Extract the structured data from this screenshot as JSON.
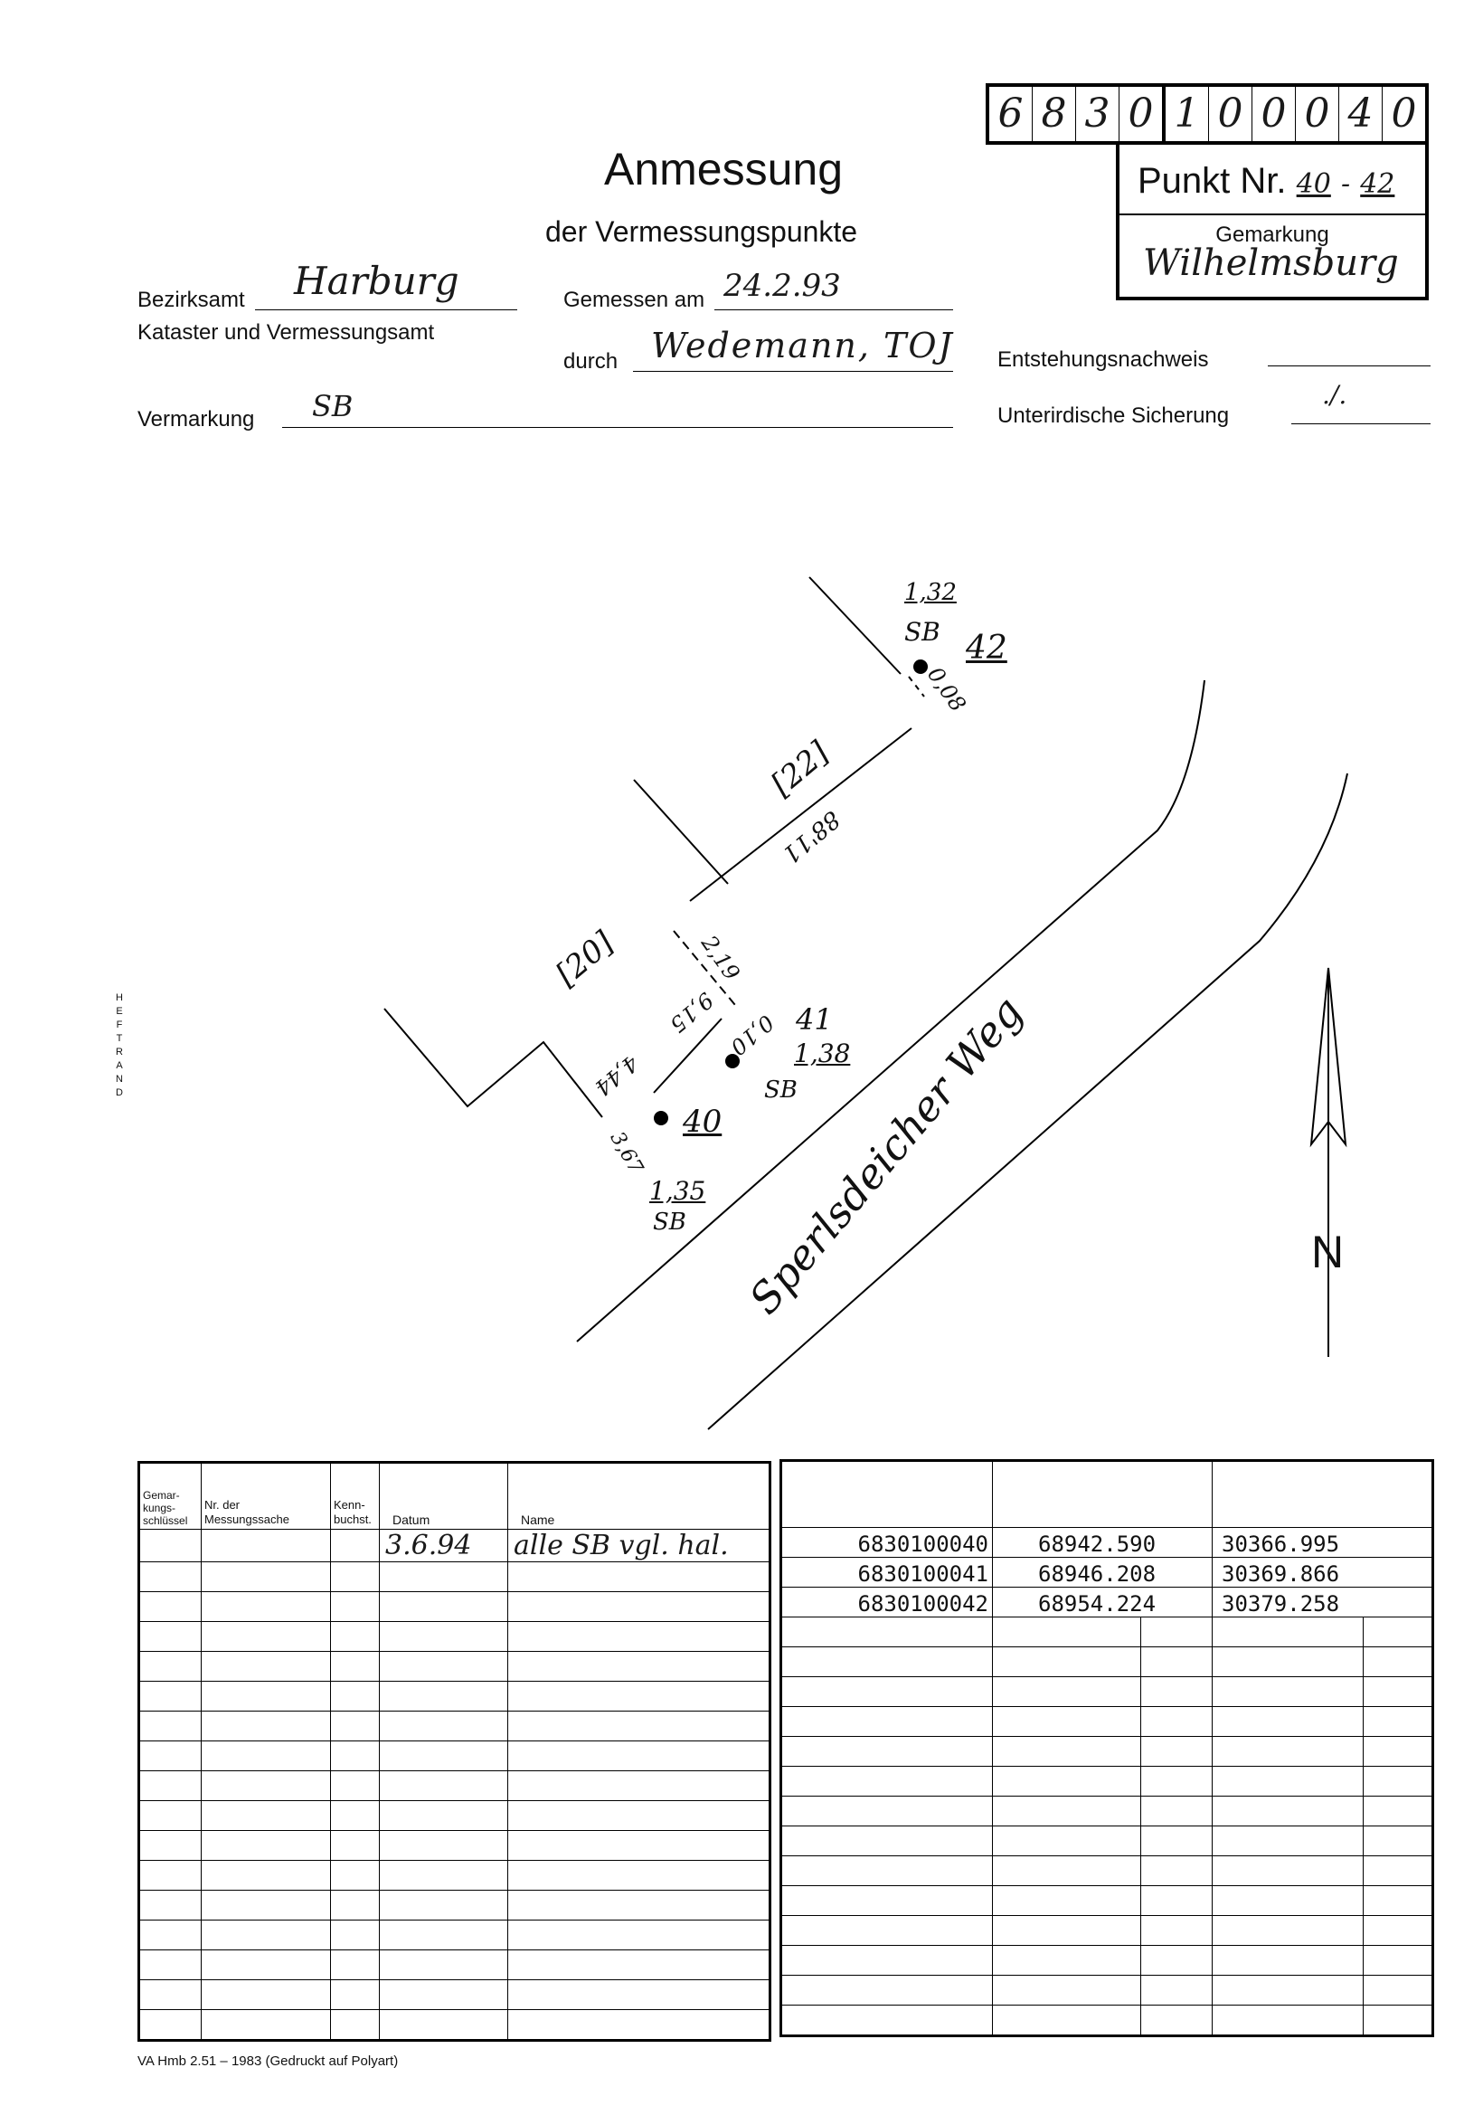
{
  "header": {
    "code_digits": [
      "6",
      "8",
      "3",
      "0",
      "1",
      "0",
      "0",
      "0",
      "4",
      "0"
    ],
    "title": "Anmessung",
    "subtitle": "der Vermessungspunkte",
    "punkt_label": "Punkt Nr.",
    "punkt_from": "40",
    "punkt_sep": "-",
    "punkt_to": "42",
    "gemarkung_label": "Gemarkung",
    "gemarkung_value": "Wilhelmsburg"
  },
  "form": {
    "bezirksamt_label": "Bezirksamt",
    "bezirksamt_value": "Harburg",
    "kataster_label": "Kataster und Vermessungsamt",
    "vermarkung_label": "Vermarkung",
    "vermarkung_value": "SB",
    "gemessen_label": "Gemessen am",
    "gemessen_value": "24.2.93",
    "durch_label": "durch",
    "durch_value": "Wedemann, TOJ",
    "entstehung_label": "Entstehungsnachweis",
    "sicherung_label": "Unterirdische Sicherung",
    "sicherung_value": "./."
  },
  "sketch": {
    "p42_height": "1,32",
    "p42_mark": "SB",
    "p42_num": "42",
    "p42_offset": "0,08",
    "front_22": "[22]",
    "dist_1": "88'11",
    "front_20": "[20]",
    "dist_2": "2,19",
    "dist_3": "9,15",
    "dist_4": "0,10",
    "p41_num": "41",
    "p41_height": "1,38",
    "p41_mark": "SB",
    "dist_5": "4,44",
    "p40_num": "40",
    "dist_6": "3,67",
    "p40_height": "1,35",
    "p40_mark": "SB",
    "street": "Sperlsdeicher Weg",
    "north": "N",
    "margin_label": "HEFTRAND"
  },
  "left_table": {
    "headers": [
      "Gemar-\nkungs-\nschlüssel",
      "Nr. der\nMessungssache",
      "Kenn-\nbuchst.",
      "Datum",
      "Name"
    ],
    "rows": [
      [
        "",
        "",
        "",
        "3.6.94",
        "alle SB vgl. hal."
      ]
    ]
  },
  "right_table": {
    "rows": [
      [
        "6830100040",
        "68942.590",
        "30366.995"
      ],
      [
        "6830100041",
        "68946.208",
        "30369.866"
      ],
      [
        "6830100042",
        "68954.224",
        "30379.258"
      ]
    ]
  },
  "footer": {
    "text": "VA Hmb 2.51 – 1983 (Gedruckt auf Polyart)"
  }
}
